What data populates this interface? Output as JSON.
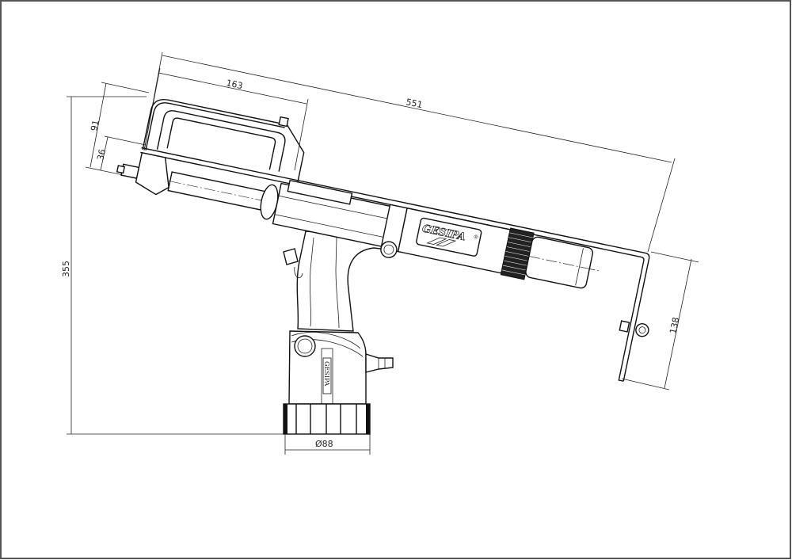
{
  "drawing": {
    "dimensions": {
      "overall_length": "551",
      "frame_length": "163",
      "frame_height": "91",
      "frame_offset": "36",
      "overall_height": "355",
      "hanger_drop": "138",
      "base_diameter": "Ø88"
    },
    "logo_text": "GESIPA",
    "logo_mark": "®",
    "base_label": "GESIPA"
  }
}
